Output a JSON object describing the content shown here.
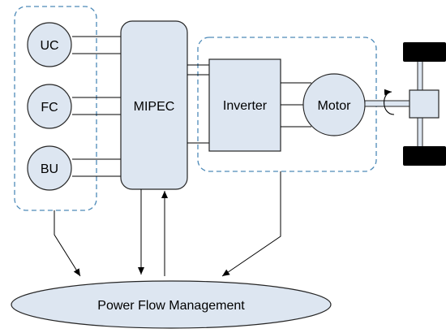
{
  "diagram": {
    "sources": [
      {
        "label": "UC"
      },
      {
        "label": "FC"
      },
      {
        "label": "BU"
      }
    ],
    "converter_label": "MIPEC",
    "inverter_label": "Inverter",
    "motor_label": "Motor",
    "management_label": "Power Flow Management",
    "colors": {
      "node_fill": "#dde6f1",
      "node_stroke": "#262626",
      "dashed_group": "#4d8ab8",
      "line": "#000000",
      "wheel": "#000000"
    }
  }
}
